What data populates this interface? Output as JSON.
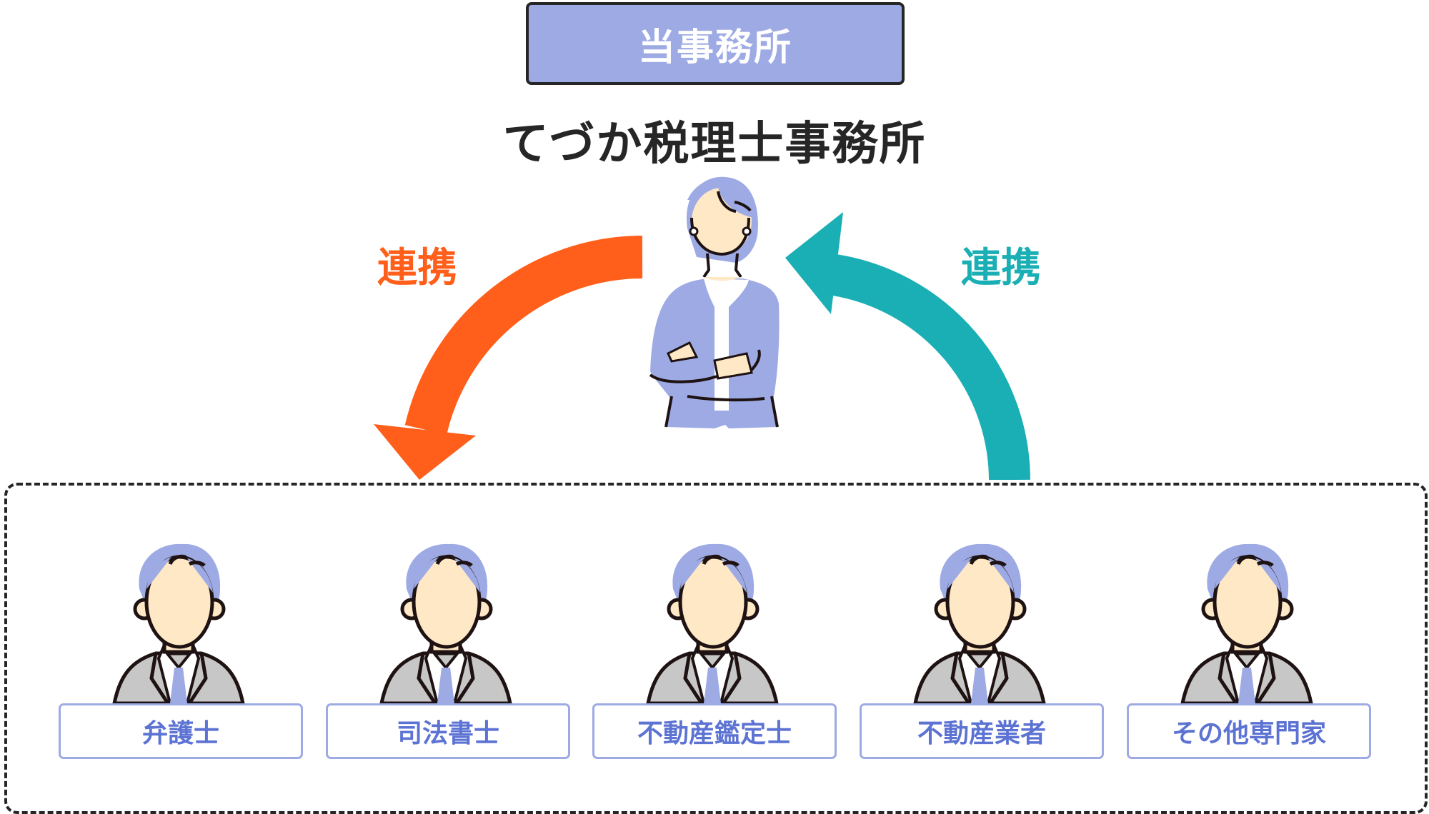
{
  "header": {
    "badge": "当事務所",
    "office_name": "てづか税理士事務所"
  },
  "links": {
    "left": "連携",
    "right": "連携"
  },
  "colors": {
    "accent_blue": "#9DAAE4",
    "orange_arrow": "#FF5F1A",
    "teal_arrow": "#1AAFB4",
    "label_text": "#5C73D3"
  },
  "partners": [
    {
      "label": "弁護士"
    },
    {
      "label": "司法書士"
    },
    {
      "label": "不動産鑑定士"
    },
    {
      "label": "不動産業者"
    },
    {
      "label": "その他専門家"
    }
  ]
}
